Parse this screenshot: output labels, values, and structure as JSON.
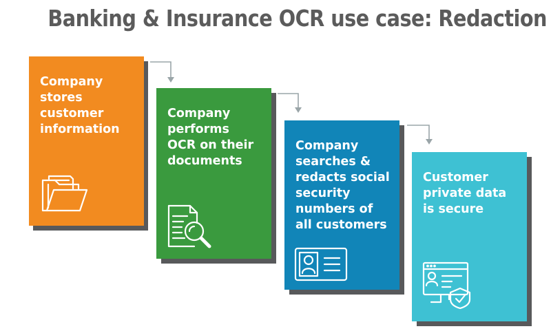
{
  "title": "Banking & Insurance OCR use case: Redaction",
  "colors": {
    "title": "#5b5b5b",
    "shadow": "#58595b",
    "connector": "#9aa5a8",
    "orange": "#f28b20",
    "green": "#3a9a3e",
    "blue": "#1185b8",
    "teal": "#3ec1d3"
  },
  "steps": [
    {
      "text": "Company\nstores\ncustomer\ninformation",
      "icon": "folder-icon"
    },
    {
      "text": "Company\nperforms\nOCR on their\ndocuments",
      "icon": "document-search-icon"
    },
    {
      "text": "Company\nsearches &\nredacts social\nsecurity\nnumbers of\nall customers",
      "icon": "id-card-icon"
    },
    {
      "text": "Customer\nprivate data\nis secure",
      "icon": "secure-computer-icon"
    }
  ]
}
